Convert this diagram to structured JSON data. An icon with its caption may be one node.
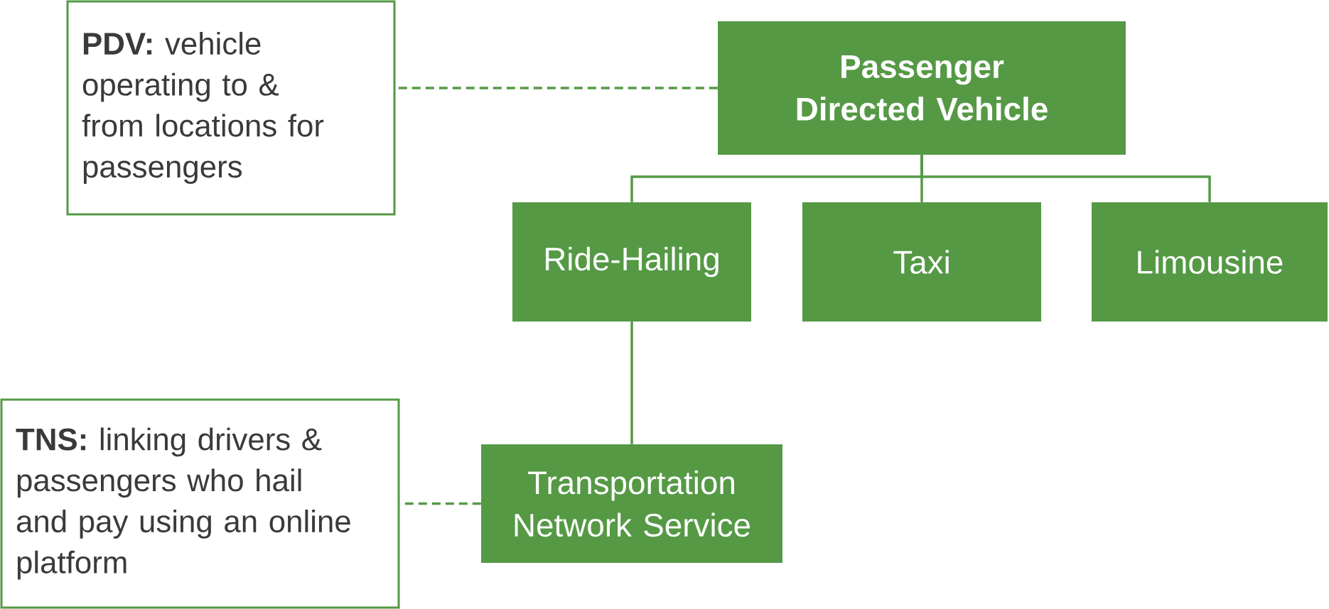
{
  "diagram": {
    "nodes": [
      {
        "text": [
          "**PDV:** vehicle operating to & from locations for passengers"
        ]
      },
      {
        "text": [
          "Passenger Directed Vehicle"
        ]
      },
      {
        "text": [
          "Ride-Hailing"
        ]
      },
      {
        "text": [
          "Taxi"
        ]
      },
      {
        "text": [
          "Limousine"
        ]
      },
      {
        "text": [
          "**TNS:** linking drivers & passengers who hail and pay using an online platform"
        ]
      },
      {
        "text": [
          "Transportation Network Service"
        ]
      }
    ],
    "edges": [
      {
        "from": 0,
        "to": 1,
        "arrow": "none",
        "style": "dashed"
      },
      {
        "from": 1,
        "to": 2,
        "arrow": "none"
      },
      {
        "from": 1,
        "to": 3,
        "arrow": "none"
      },
      {
        "from": 1,
        "to": 4,
        "arrow": "none"
      },
      {
        "from": 2,
        "to": 6,
        "arrow": "none"
      },
      {
        "from": 5,
        "to": 6,
        "arrow": "none",
        "style": "dashed"
      }
    ]
  }
}
